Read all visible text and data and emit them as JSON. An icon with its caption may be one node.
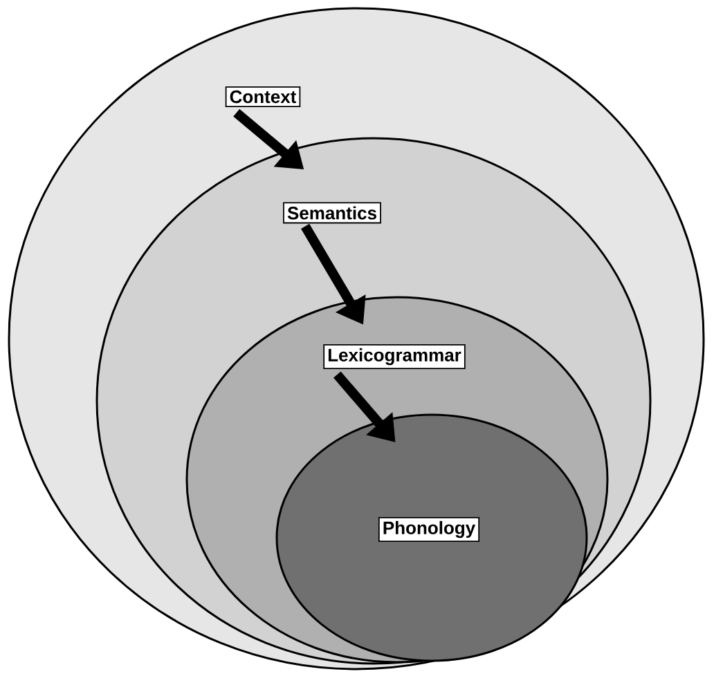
{
  "diagram": {
    "nodes": [
      {
        "text": [],
        "shape": "circle"
      },
      {
        "text": [
          "Context"
        ],
        "in": 0
      },
      {
        "text": [],
        "shape": "circle",
        "in": 0
      },
      {
        "text": [
          "Semantics"
        ],
        "in": 2
      },
      {
        "text": [],
        "shape": "circle",
        "in": 2
      },
      {
        "text": [
          "Lexicogrammar"
        ],
        "in": 4
      },
      {
        "text": [],
        "shape": "circle",
        "in": 4
      },
      {
        "text": [
          "Phonology"
        ],
        "in": 6
      }
    ],
    "edges": [
      {
        "from": 1,
        "to": 2,
        "arrow": "to"
      },
      {
        "from": 3,
        "to": 4,
        "arrow": "to"
      },
      {
        "from": 5,
        "to": 6,
        "arrow": "to"
      }
    ]
  }
}
